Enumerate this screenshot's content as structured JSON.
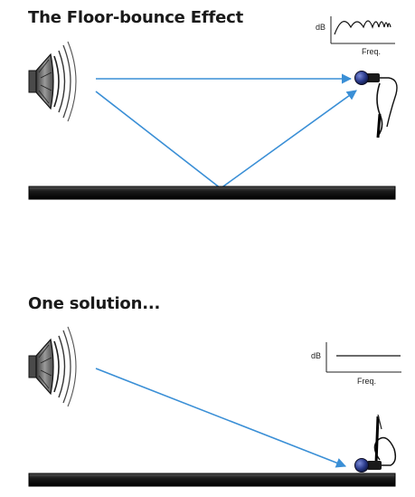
{
  "panels": [
    {
      "title": "The Floor-bounce Effect",
      "graph": {
        "y_label": "dB",
        "x_label": "Freq.",
        "response": "comb-filtered"
      }
    },
    {
      "title": "One solution...",
      "graph": {
        "y_label": "dB",
        "x_label": "Freq.",
        "response": "flat"
      }
    }
  ],
  "colors": {
    "ray": "#3a8fd6",
    "floor": "#1c1c1c",
    "speaker": "#6b6b6b",
    "mic_head": "#2a3a8a"
  },
  "icons": [
    "speaker-icon",
    "microphone-icon"
  ]
}
